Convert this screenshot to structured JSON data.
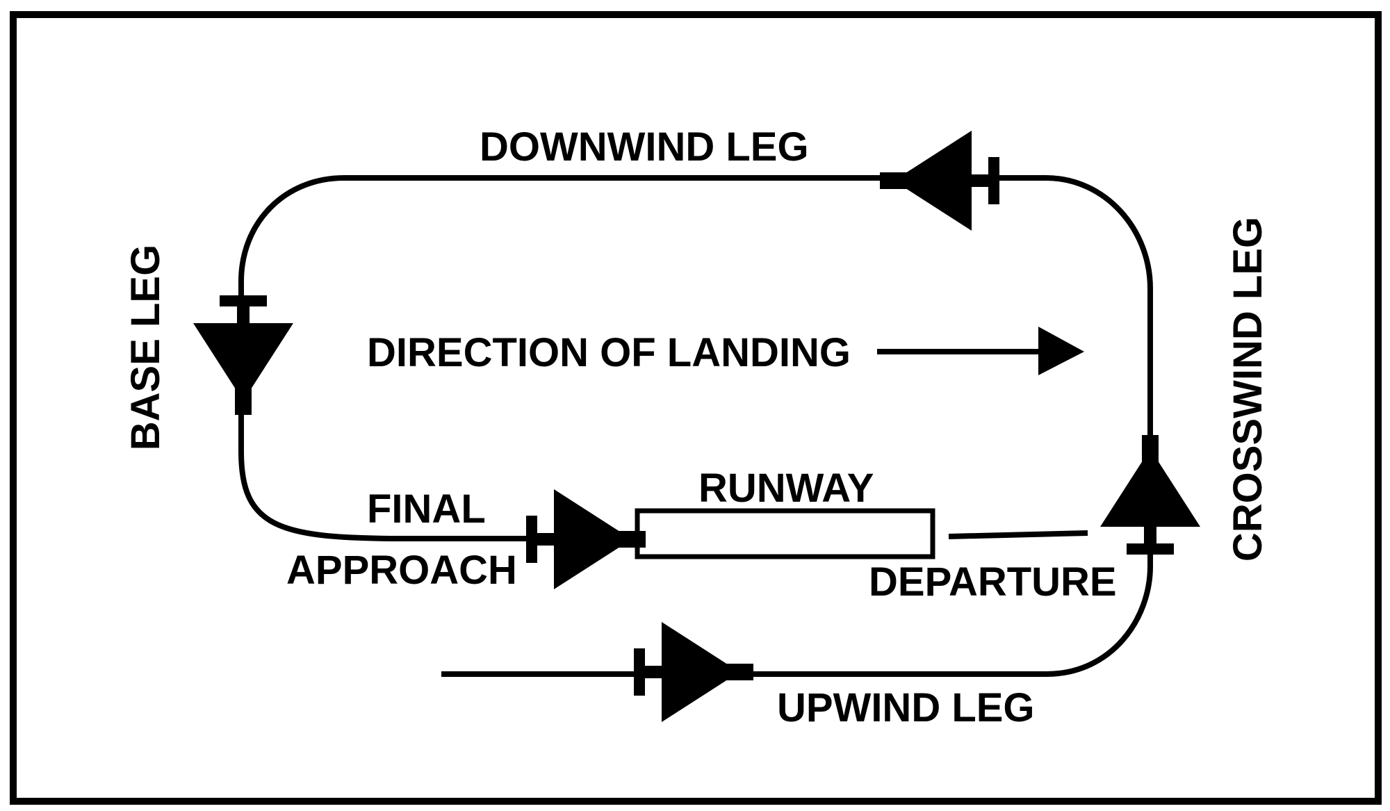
{
  "diagram": {
    "labels": {
      "downwind_leg": "DOWNWIND LEG",
      "base_leg": "BASE LEG",
      "crosswind_leg": "CROSSWIND LEG",
      "direction_of_landing": "DIRECTION OF LANDING",
      "final_line1": "FINAL",
      "final_line2": "APPROACH",
      "runway": "RUNWAY",
      "departure": "DEPARTURE",
      "upwind_leg": "UPWIND LEG"
    },
    "icons": [
      "airplane-icon",
      "arrow-right-icon"
    ],
    "colors": {
      "stroke": "#000000",
      "background": "#ffffff"
    }
  }
}
